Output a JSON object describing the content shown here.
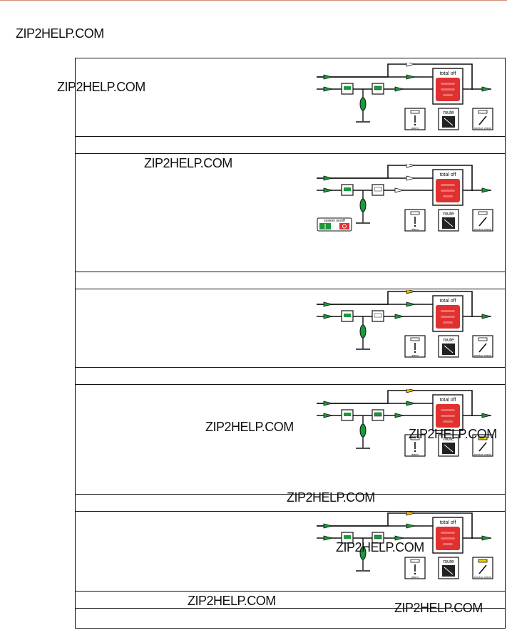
{
  "watermark": "ZIP2HELP.COM",
  "watermarks": [
    "ZIP2HELP.COM",
    "ZIP2HELP.COM",
    "ZIP2HELP.COM",
    "ZIP2HELP.COM",
    "ZIP2HELP.COM",
    "ZIP2HELP.COM",
    "ZIP2HELP.COM",
    "ZIP2HELP.COM",
    "ZIP2HELP.COM"
  ],
  "panel_labels": {
    "total_off": "total off",
    "mute": "mute",
    "alarm": "alarm",
    "service_check": "service check",
    "system_on_off": "system on/off"
  },
  "diagrams": [
    {
      "name": "diagram-1",
      "bypass_color": "#ffffff",
      "system_switch": false,
      "service_led": "#ffffff"
    },
    {
      "name": "diagram-2",
      "bypass_color": "#ffffff",
      "system_switch": true,
      "service_led": "#ffffff"
    },
    {
      "name": "diagram-3",
      "bypass_color": "#f2b300",
      "system_switch": false,
      "service_led": "#ffffff"
    },
    {
      "name": "diagram-4",
      "bypass_color": "#f2b300",
      "system_switch": false,
      "service_led": "#f2d000"
    },
    {
      "name": "diagram-5",
      "bypass_color": "#f2b300",
      "system_switch": false,
      "service_led": "#f2d000"
    }
  ],
  "colors": {
    "flow_green": "#1a9a3a",
    "panel_red": "#e03030",
    "accent_yellow": "#f2b300"
  }
}
